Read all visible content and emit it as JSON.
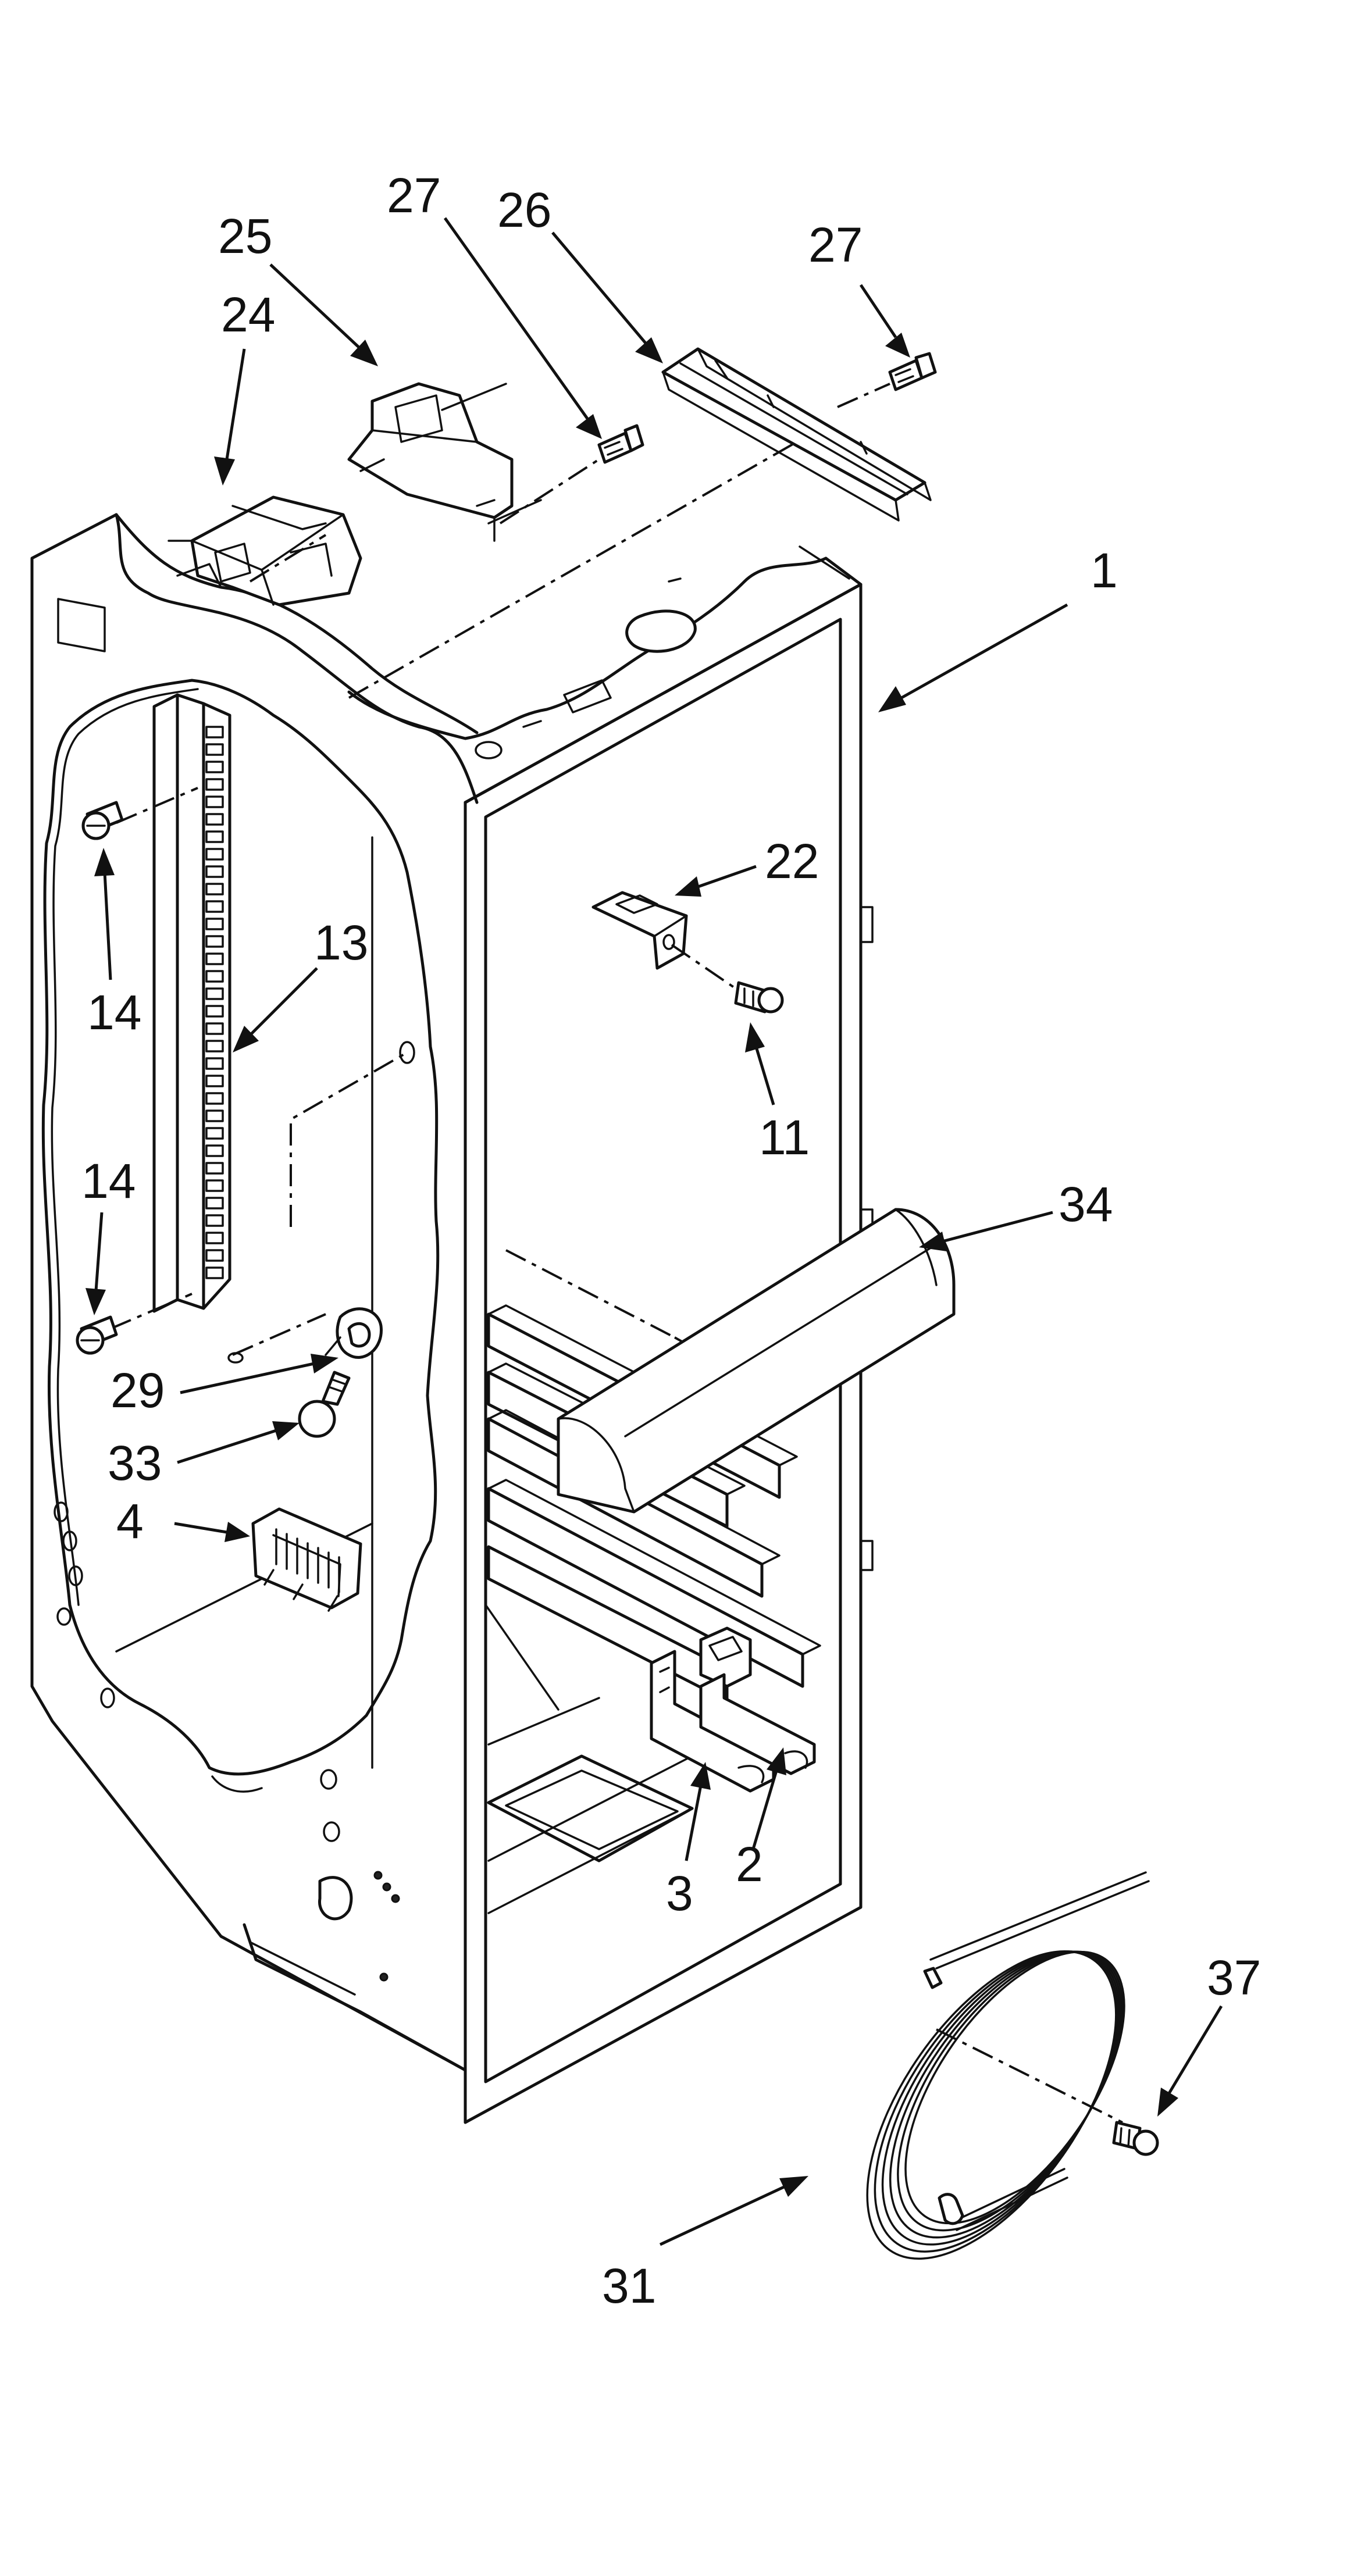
{
  "callouts": [
    {
      "id": "27a",
      "label": "27"
    },
    {
      "id": "26",
      "label": "26"
    },
    {
      "id": "27b",
      "label": "27"
    },
    {
      "id": "25",
      "label": "25"
    },
    {
      "id": "24",
      "label": "24"
    },
    {
      "id": "1",
      "label": "1"
    },
    {
      "id": "22",
      "label": "22"
    },
    {
      "id": "14a",
      "label": "14"
    },
    {
      "id": "13",
      "label": "13"
    },
    {
      "id": "11",
      "label": "11"
    },
    {
      "id": "14b",
      "label": "14"
    },
    {
      "id": "34",
      "label": "34"
    },
    {
      "id": "29",
      "label": "29"
    },
    {
      "id": "33",
      "label": "33"
    },
    {
      "id": "4",
      "label": "4"
    },
    {
      "id": "3",
      "label": "3"
    },
    {
      "id": "2",
      "label": "2"
    },
    {
      "id": "37",
      "label": "37"
    },
    {
      "id": "31",
      "label": "31"
    }
  ]
}
